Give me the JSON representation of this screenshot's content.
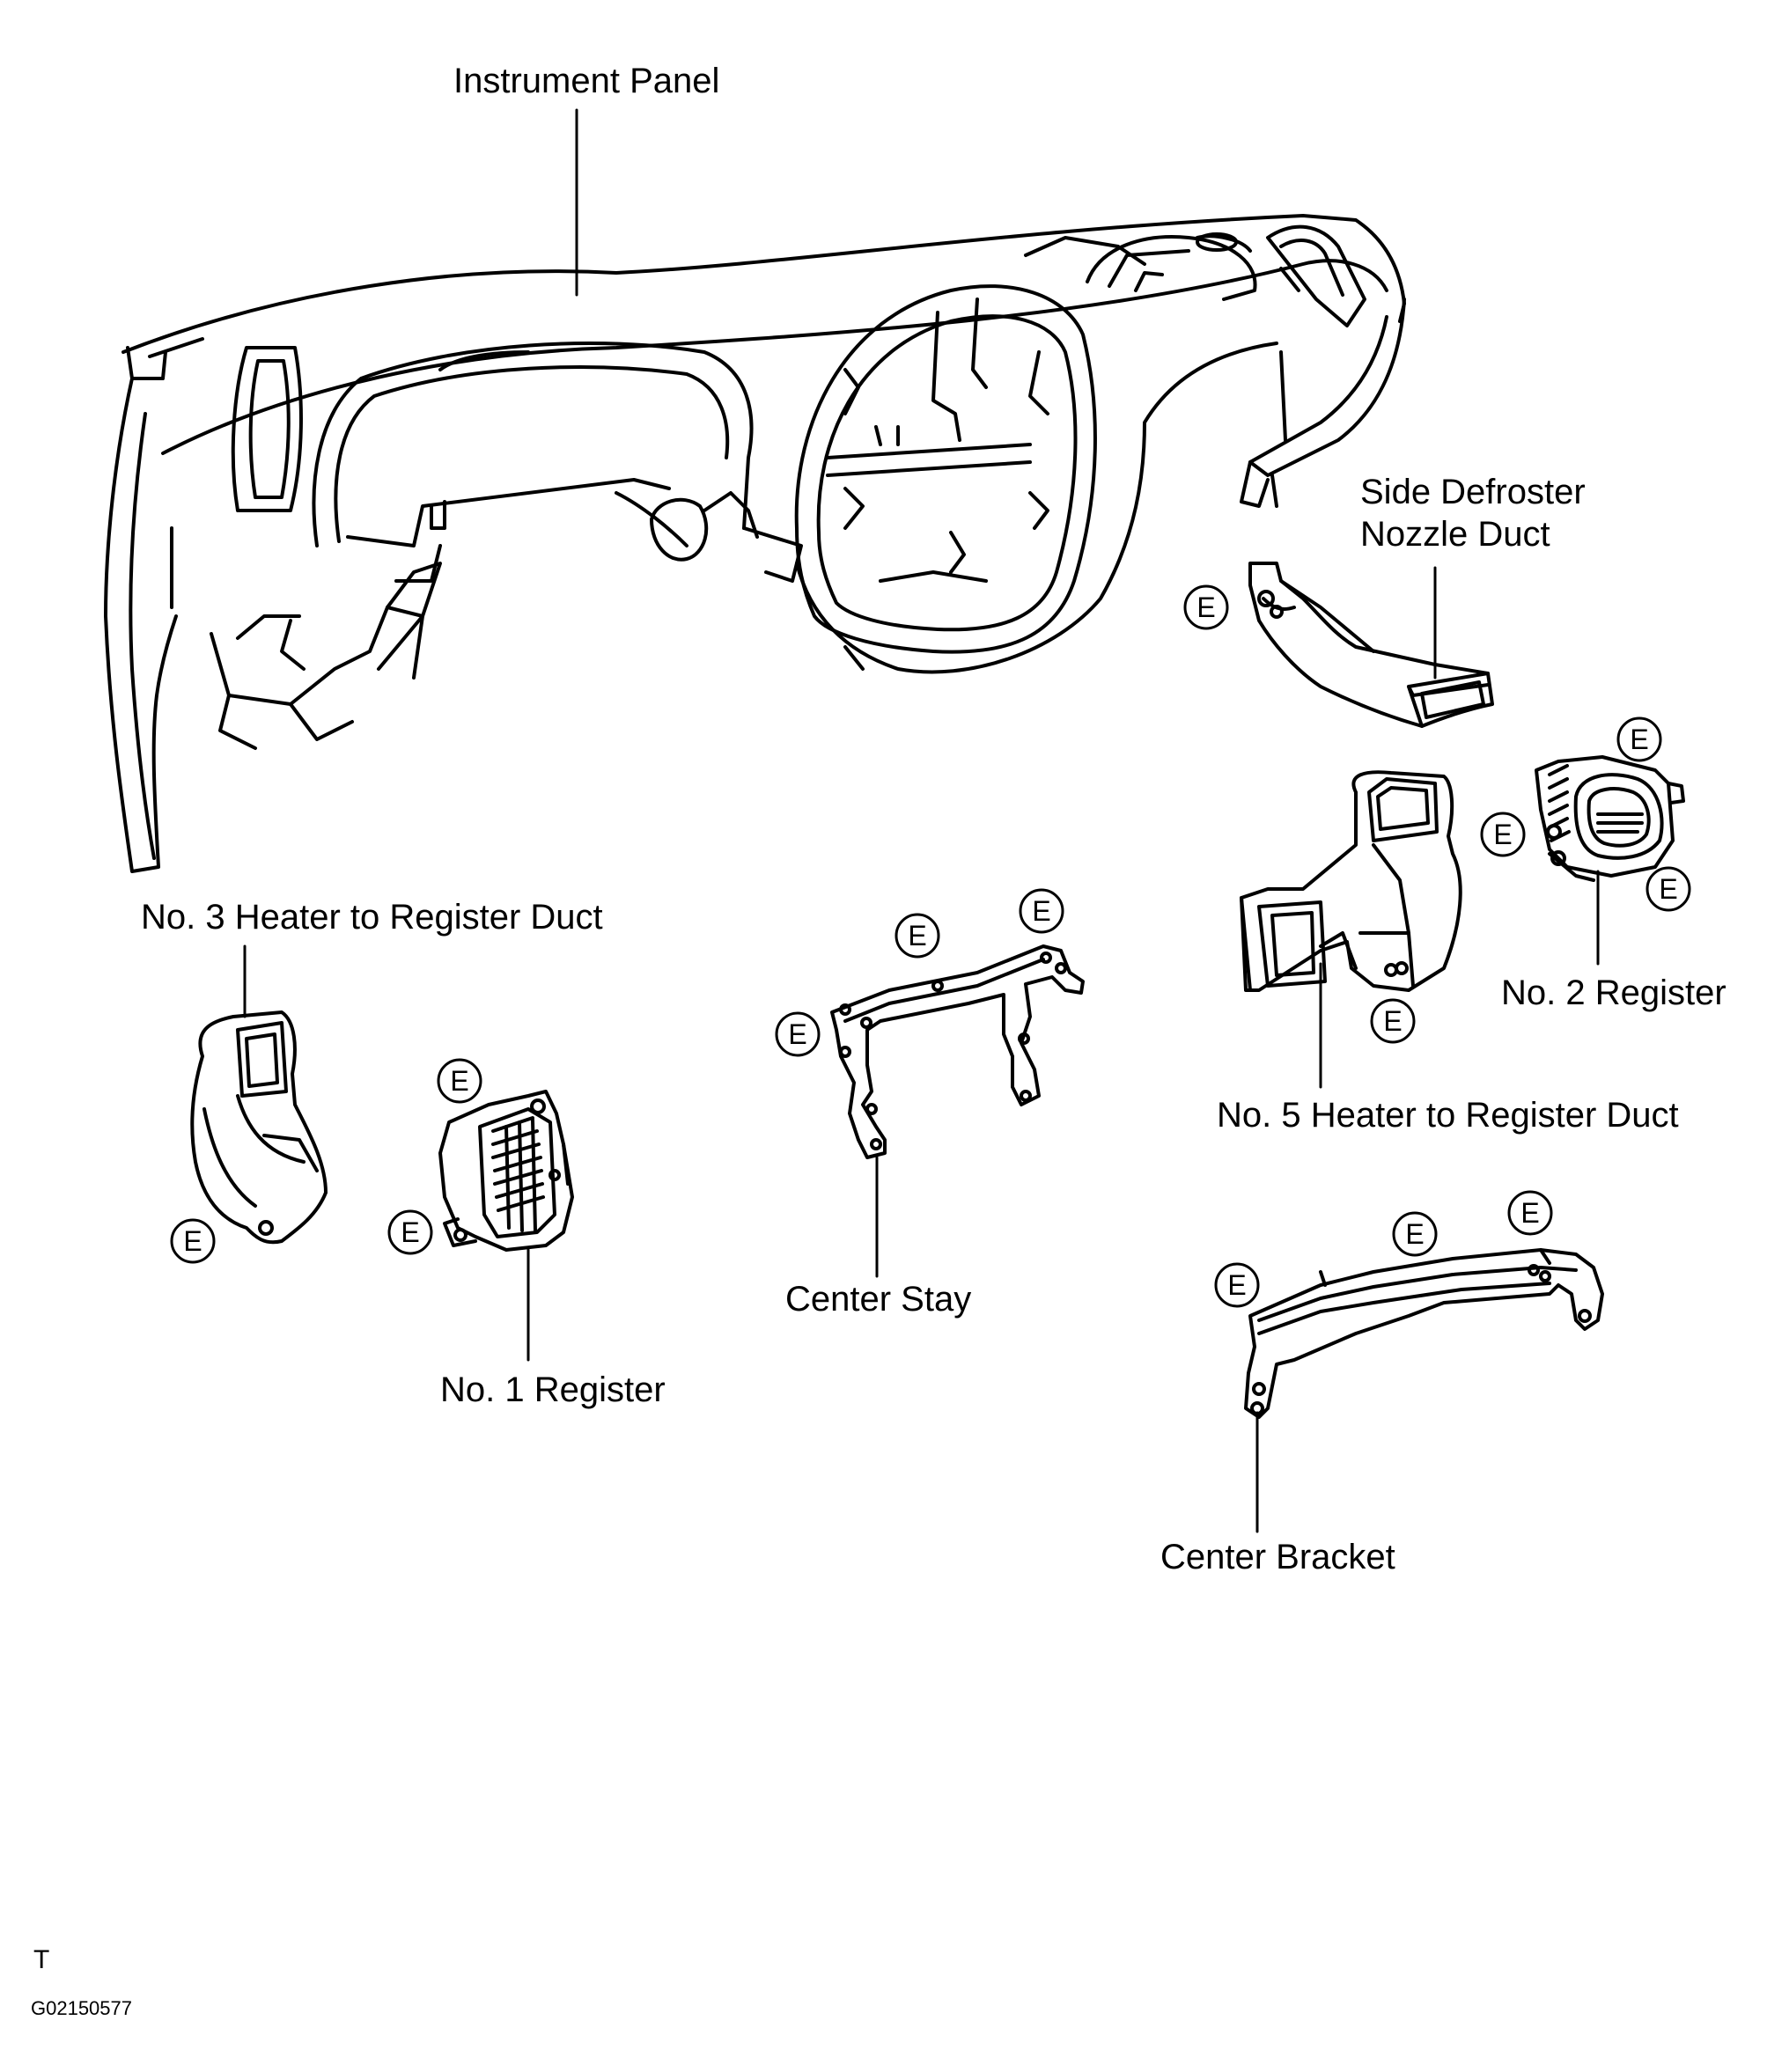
{
  "labels": {
    "instrument_panel": "Instrument Panel",
    "side_defroster_line1": "Side Defroster",
    "side_defroster_line2": "Nozzle Duct",
    "no3_heater_duct": "No. 3 Heater to Register Duct",
    "center_stay": "Center Stay",
    "no5_heater_duct": "No. 5 Heater to Register Duct",
    "no2_register": "No. 2 Register",
    "no1_register": "No. 1 Register",
    "center_bracket": "Center Bracket"
  },
  "mark_letter": "E",
  "footer": {
    "view_code": "T",
    "figure_id": "G02150577"
  }
}
